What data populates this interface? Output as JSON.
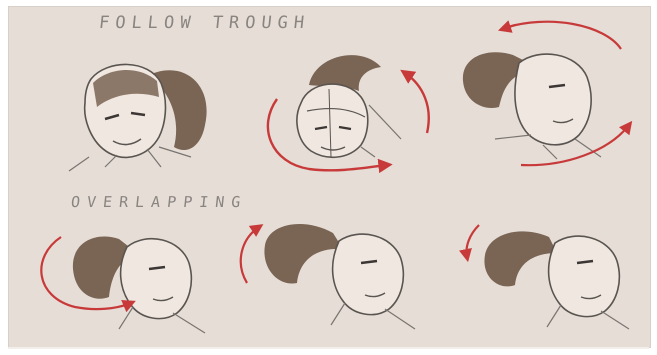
{
  "captions": {
    "top": "FOLLOW TROUGH",
    "middle": "OVERLAPPING"
  },
  "colors": {
    "paper": "#e5ddd6",
    "hair": "#7a6453",
    "arrow": "#c83a3a",
    "ink": "#5a5450",
    "skin": "#efe7e0"
  },
  "sketches": [
    {
      "row": "follow-through",
      "index": 1,
      "arrow": "none"
    },
    {
      "row": "follow-through",
      "index": 2,
      "arrow": "clockwise"
    },
    {
      "row": "follow-through",
      "index": 3,
      "arrow": "clockwise"
    },
    {
      "row": "overlapping",
      "index": 1,
      "arrow": "counter-clockwise"
    },
    {
      "row": "overlapping",
      "index": 2,
      "arrow": "up-left"
    },
    {
      "row": "overlapping",
      "index": 3,
      "arrow": "down-left"
    }
  ]
}
